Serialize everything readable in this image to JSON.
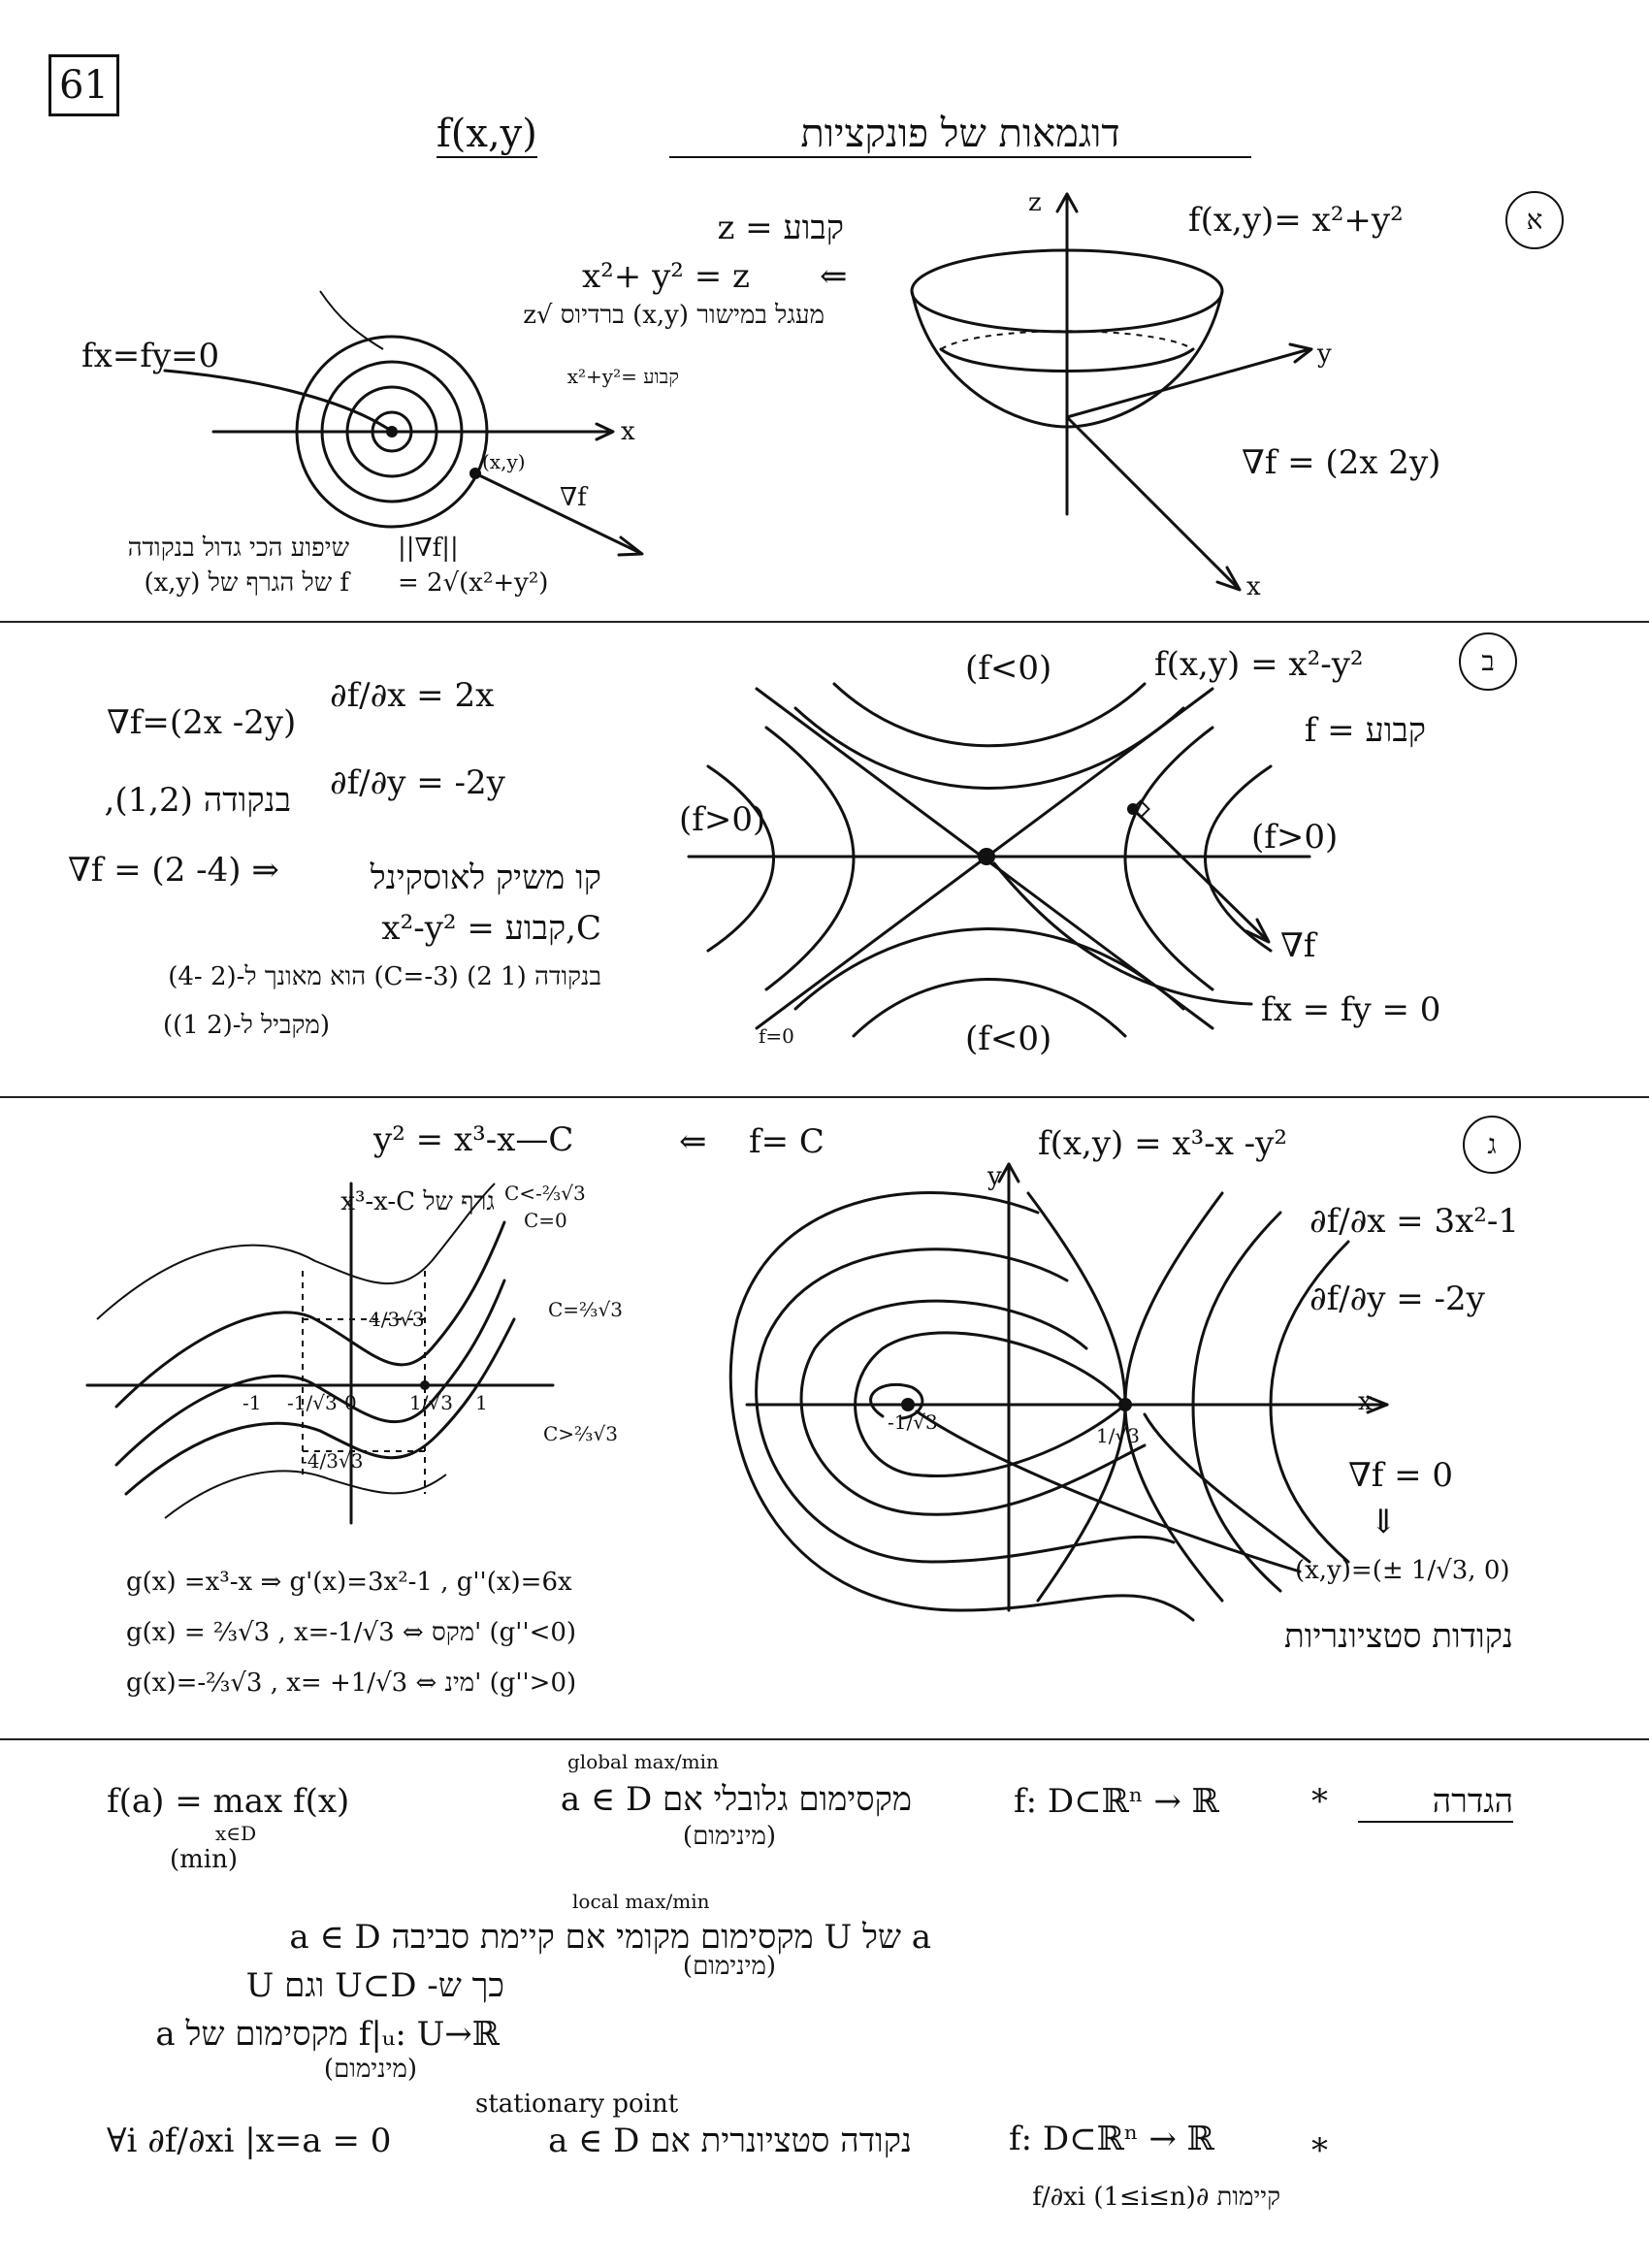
{
  "page_number": "61",
  "title": {
    "hebrew": "דוגמאות של פונקציות",
    "func": "f(x,y)"
  },
  "ex1": {
    "marker": "א",
    "formula": "f(x,y)= x²+y²",
    "const_line": "z = קבוע",
    "circle_eq": "x²+ y² = z",
    "arrow": "⇐",
    "circle_desc": "מעגל במישור (x,y) ברדיוס √z",
    "crit": "fx=fy=0",
    "level_label": "x²+y²= קבוע",
    "point_label": "(x,y)",
    "grad_label": "∇f",
    "grad_vector": "∇f = (2x 2y)",
    "desc_left_1": "שיפוע הכי גדול בנקודה",
    "desc_left_2": "(x,y) של הגרף של f",
    "grad_norm_1": "||∇f||",
    "grad_norm_2": "= 2√(x²+y²)",
    "axis_x": "x",
    "axis_y": "y",
    "axis_z": "z"
  },
  "ex2": {
    "marker": "ב",
    "formula": "f(x,y) = x²-y²",
    "const": "f = קבוע",
    "grad": "∇f=(2x -2y)",
    "dfdx": "∂f/∂x = 2x",
    "dfdy": "∂f/∂y = -2y",
    "at_point": "בנקודה (1,2),",
    "grad_at": "∇f = (2 -4) ⇒",
    "tangent_1": "קו משיק לאוסקינל",
    "tangent_2": "x²-y² = קבוע,C",
    "tangent_3": "בנקודה (1 2) (C=-3) הוא מאונך ל-(2 -4)",
    "tangent_4": "(מקביל ל-(2 1))",
    "f_neg_top": "(f<0)",
    "f_neg_bottom": "(f<0)",
    "f_pos_left": "(f>0)",
    "f_pos_right": "(f>0)",
    "f_zero": "f=0",
    "grad_label": "∇f",
    "crit": "fx = fy = 0"
  },
  "ex3": {
    "marker": "ג",
    "formula": "f(x,y) = x³-x -y²",
    "level": "y² = x³-x—C",
    "arrow": "⇐",
    "fc": "f= C",
    "graph_of": "גרף של x³-x-C",
    "c_labels": [
      "C<-⅔√3",
      "C=0",
      "C=⅔√3",
      "C>⅔√3"
    ],
    "tick_labels": [
      "-1",
      "-1/√3",
      "0",
      "1/√3",
      "1"
    ],
    "val_labels": [
      "4/3√3",
      "-4/3√3"
    ],
    "dfdx": "∂f/∂x = 3x²-1",
    "dfdy": "∂f/∂y = -2y",
    "grad_zero": "∇f = 0",
    "down_arrow": "⇓",
    "points": "(x,y)=(± 1/√3, 0)",
    "stationary": "נקודות סטציונריות",
    "g_line1": "g(x) =x³-x ⇒ g'(x)=3x²-1 , g''(x)=6x",
    "g_line2": "g(x) = ⅔√3 , x=-1/√3 ⇔ מקס' (g''<0)",
    "g_line3": "g(x)=-⅔√3 , x= +1/√3 ⇔ מינ' (g''>0)",
    "axis_x": "x",
    "axis_y": "y",
    "pt_left": "-1/√3",
    "pt_right": "1/√3"
  },
  "definitions": {
    "def_word": "הגדרה",
    "star": "*",
    "domain": "f: D⊂ℝⁿ → ℝ",
    "global_line": "a ∈ D מקסימום גלובלי אם",
    "global_en": "global max/min",
    "global_min": "(מינימום)",
    "global_formula": "f(a) = max f(x)",
    "global_sub": "x∈D",
    "global_min2": "(min)",
    "local_en": "local max/min",
    "local_line1": "a ∈ D מקסימום מקומי אם קיימת סביבה U של a",
    "local_min": "(מינימום)",
    "local_line2": "כך ש- U⊂D וגם U",
    "local_line3": "a מקסימום של f|ᵤ: U→ℝ",
    "local_min3": "(מינימום)",
    "stat_en": "stationary point",
    "stat_domain": "f: D⊂ℝⁿ → ℝ",
    "stat_star": "*",
    "stat_line": "a ∈ D נקודה סטציונרית אם",
    "stat_formula": "∀i ∂f/∂xi |x=a = 0",
    "stat_exists": "קיימות ∂f/∂xi (1≤i≤n)"
  }
}
